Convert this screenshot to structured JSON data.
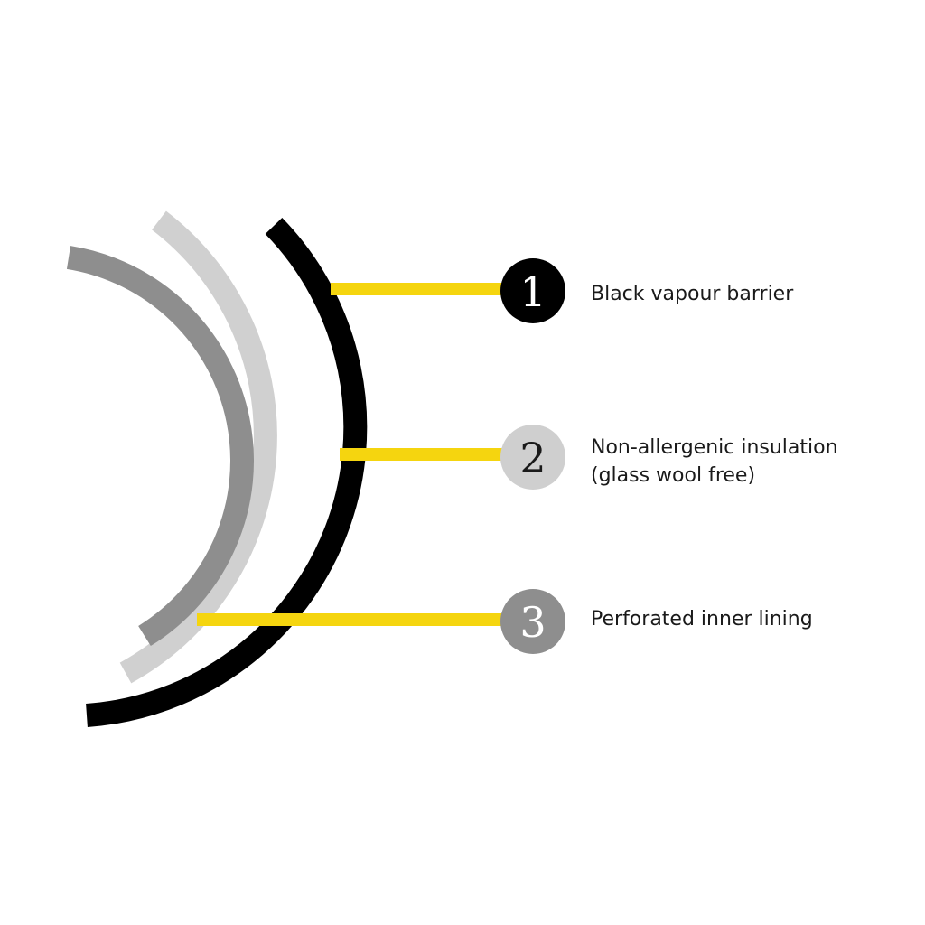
{
  "colors": {
    "black_layer": "#000000",
    "light_grey_layer": "#d0d0d0",
    "dark_grey_layer": "#8e8e8e",
    "leader": "#f5d50f",
    "text": "#1a1a1a"
  },
  "layers": [
    {
      "number": "1",
      "label_lines": [
        "Black vapour barrier"
      ],
      "badge_color": "#000000",
      "number_color": "#ffffff"
    },
    {
      "number": "2",
      "label_lines": [
        "Non-allergenic insulation",
        "(glass wool free)"
      ],
      "badge_color": "#cfcfcf",
      "number_color": "#1a1a1a"
    },
    {
      "number": "3",
      "label_lines": [
        "Perforated inner lining"
      ],
      "badge_color": "#8e8e8e",
      "number_color": "#ffffff"
    }
  ]
}
